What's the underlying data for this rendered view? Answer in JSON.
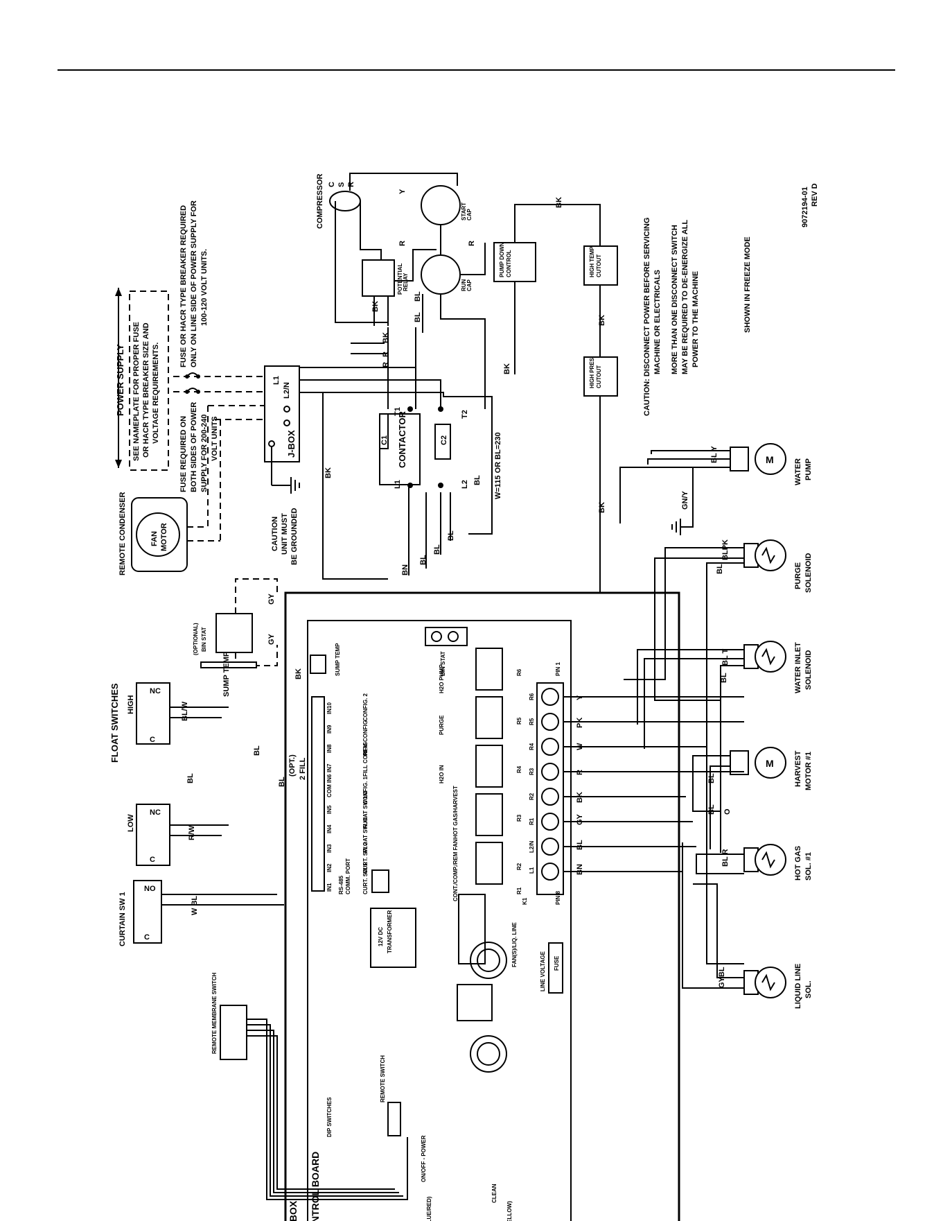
{
  "labels": {
    "power_supply": "POWER SUPPLY",
    "power_supply_note": [
      "SEE NAMEPLATE FOR PROPER FUSE",
      "OR HACR TYPE BREAKER SIZE AND",
      "VOLTAGE REQUIREMENTS."
    ],
    "fuse_note_120": [
      "FUSE OR HACR TYPE BREAKER REQUIRED",
      "ONLY ON LINE SIDE OF POWER SUPPLY FOR",
      "100-120 VOLT UNITS."
    ],
    "fuse_note_240": [
      "FUSE REQUIRED ON",
      "BOTH SIDES OF POWER",
      "SUPPLY FOR 200-240",
      "VOLT UNITS"
    ],
    "remote_condenser": "REMOTE CONDENSER",
    "fan_motor": [
      "FAN",
      "MOTOR"
    ],
    "compressor": "COMPRESSOR",
    "compressor_terminals": [
      "C",
      "S",
      "R"
    ],
    "start_cap": [
      "START",
      "CAP"
    ],
    "run_cap": [
      "RUN",
      "CAP"
    ],
    "potential_relay": [
      "POTENTIAL",
      "RELAY"
    ],
    "pump_down_control": [
      "PUMP DOWN",
      "CONTROL"
    ],
    "high_temp_cutout": [
      "HIGH TEMP",
      "CUTOUT"
    ],
    "high_pres_cutout": [
      "HIGH PRES",
      "CUTOUT"
    ],
    "caution_disconnect": [
      "CAUTION: DISCONNECT POWER BEFORE SERVICING",
      "MACHINE OR ELECTRICALS"
    ],
    "multiple_switch_note": [
      "MORE THAN ONE DISCONNECT SWITCH",
      "MAY BE REQUIRED TO DE-ENERGIZE ALL",
      "POWER TO THE MACHINE"
    ],
    "freeze_mode": "SHOWN IN FREEZE MODE",
    "doc_number": "9072194-01",
    "revision": "REV D",
    "jbox": "J-BOX",
    "jbox_terminals": [
      "L1",
      "L2/N"
    ],
    "caution_ground": [
      "CAUTION",
      "UNIT MUST",
      "BE GROUNDED"
    ],
    "contactor": "CONTACTOR",
    "contactor_terminals": [
      "T1",
      "T2",
      "L1",
      "L2",
      "C1",
      "C2"
    ],
    "voltage_note": "W=115 OR BL=230",
    "water_pump": [
      "WATER",
      "PUMP"
    ],
    "purge_solenoid": [
      "PURGE",
      "SOLENOID"
    ],
    "water_inlet_solenoid": [
      "WATER INLET",
      "SOLENOID"
    ],
    "harvest_motor": [
      "HARVEST",
      "MOTOR #1"
    ],
    "hot_gas_sol": [
      "HOT GAS",
      "SOL. #1"
    ],
    "liquid_line_sol": [
      "LIQUID LINE",
      "SOL."
    ],
    "float_switches": "FLOAT SWITCHES",
    "float_high": "HIGH",
    "float_low": "LOW",
    "curtain_sw": "CURTAIN SW 1",
    "switch_contacts": [
      "C",
      "NC",
      "NO"
    ],
    "optional_bin_stat": [
      "(OPTIONAL)",
      "BIN STAT"
    ],
    "sump_temp": "SUMP TEMP",
    "remote_membrane_switch": "REMOTE MEMBRANE SWITCH",
    "control_box": "CONTROL BOX",
    "control_board": "CONTROL BOARD",
    "dip_switches": "DIP SWITCHES",
    "rs485": [
      "RS-485",
      "COMM. PORT"
    ],
    "transformer": [
      "12V DC",
      "TRANSFORMER"
    ],
    "line_voltage": "LINE VOLTAGE",
    "fuse": "FUSE",
    "remote_switch": "REMOTE SWITCH",
    "on_off_power": "ON/OFF - POWER",
    "led_blue_red": "LED (BLUE/RED)",
    "clean": "CLEAN",
    "led_yellow": "LED (YELLOW)",
    "bin_stat": "BIN STAT",
    "sump_temp_conn": "SUMP TEMP",
    "pin1": "PIN 1",
    "pin8": "PIN 8",
    "opt_fill": [
      "(OPT.)",
      "2 FILL",
      "BL",
      "1"
    ],
    "inputs": [
      "IN10",
      "IN9",
      "IN8",
      "IN7",
      "COM IN6",
      "IN5",
      "IN4",
      "IN3",
      "IN2",
      "IN1"
    ],
    "input_functions": [
      "CONFIG. 2",
      "REM CONFIG",
      "FILL CONFIG",
      "CONFIG. 1",
      "FLOAT SW LO",
      "FLOAT SW HI",
      "CURT. SW 2",
      "CURT. SW 1"
    ],
    "relays": [
      "R6",
      "R5",
      "R4",
      "R3",
      "R2",
      "R1",
      "K1"
    ],
    "relay_functions": [
      "H2O PUMP",
      "PURGE",
      "H2O IN",
      "HOT GAS/HARVEST",
      "CONT./COMP./REM FAN",
      "FAN(S)/LIQ. LINE"
    ],
    "output_terminals": [
      "Y",
      "PK",
      "W",
      "R",
      "BK",
      "GY",
      "BL",
      "BN"
    ],
    "output_pins": [
      "R6",
      "R5",
      "R4",
      "R3",
      "R2",
      "R1",
      "L2/N",
      "L1"
    ],
    "wire_colors": {
      "bk": "BK",
      "r": "R",
      "bl": "BL",
      "w": "W",
      "y": "Y",
      "gy": "GY",
      "bn": "BN",
      "pk": "PK",
      "o": "O",
      "gny": "GN/Y",
      "bl_w": "BL/W",
      "r_w": "R/W",
      "gybl": "GYBL",
      "blpk": "BLPK",
      "bl_t": "BL T",
      "w_bl": "W BL",
      "bl_r": "BL R",
      "bl_y": "BL Y"
    }
  }
}
